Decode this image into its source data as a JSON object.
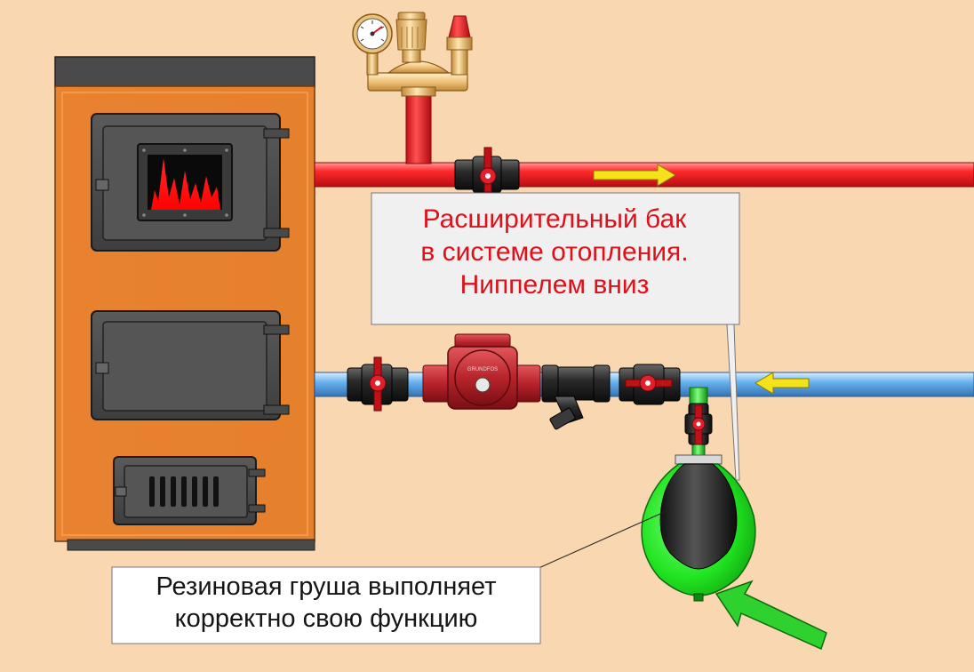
{
  "callouts": {
    "expansion_tank_note": {
      "line1": "Расширительный бак",
      "line2": "в системе отопления.",
      "line3": "Ниппелем вниз"
    },
    "rubber_bulb_note": {
      "line1": "Резиновая груша выполняет",
      "line2": "корректно свою функцию"
    }
  },
  "pump_brand": "GRUNDFOS",
  "colors": {
    "background": "#f9d7b0",
    "supply_pipe": "#f4202a",
    "return_pipe": "#5fa9e6",
    "boiler": "#e8822e",
    "tank": "#2ee82e",
    "flow_arrow": "#f5e21a",
    "callout_arrow": "#2ed12e",
    "highlight_text": "#e0101a"
  },
  "icons": [
    "pressure-gauge-icon",
    "air-vent-icon",
    "safety-valve-icon",
    "ball-valve-icon",
    "circulation-pump-icon",
    "strainer-icon",
    "flow-arrow-icon"
  ]
}
